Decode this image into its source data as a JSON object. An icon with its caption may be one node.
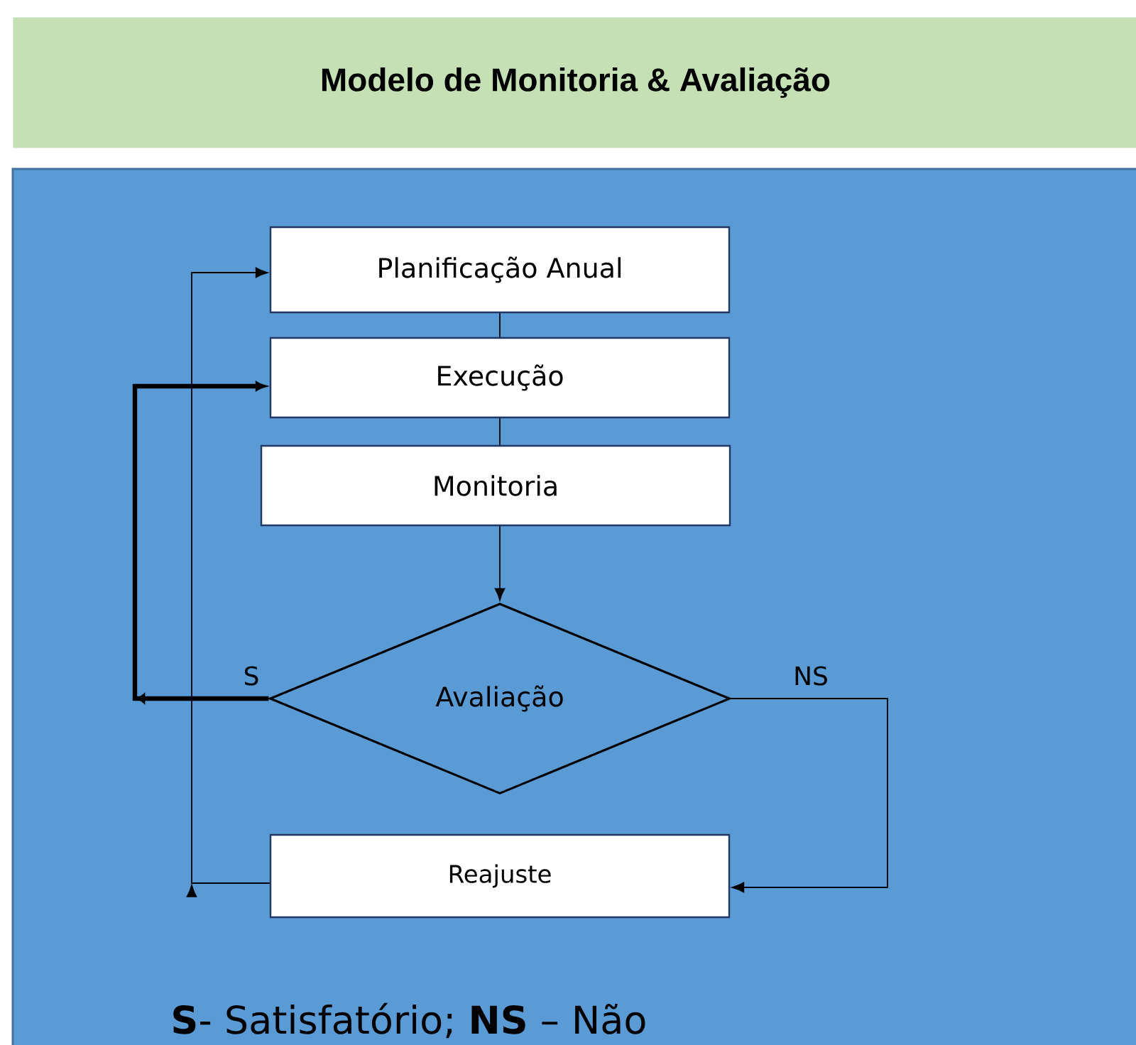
{
  "diagram": {
    "title": "Modelo de Monitoria & Avaliação",
    "nodes": [
      {
        "text": [
          "Planificação Anual"
        ]
      },
      {
        "text": [
          "Execução"
        ]
      },
      {
        "text": [
          "Monitoria"
        ]
      },
      {
        "text": [
          "Avaliação"
        ]
      },
      {
        "text": [
          "Reajuste"
        ]
      }
    ],
    "edges": [
      {
        "from": 0,
        "to": 1,
        "arrow": "none"
      },
      {
        "from": 1,
        "to": 2,
        "arrow": "none"
      },
      {
        "from": 2,
        "to": 3,
        "arrow": "to"
      },
      {
        "from": 3,
        "to": 1,
        "arrow": "to",
        "label": "S",
        "style": "thick"
      },
      {
        "from": 3,
        "to": 4,
        "arrow": "to",
        "label": "NS"
      },
      {
        "from": 4,
        "to": 0,
        "arrow": "to"
      }
    ],
    "labels": [
      "**S**- Satisfatório; **NS** – Não"
    ]
  }
}
